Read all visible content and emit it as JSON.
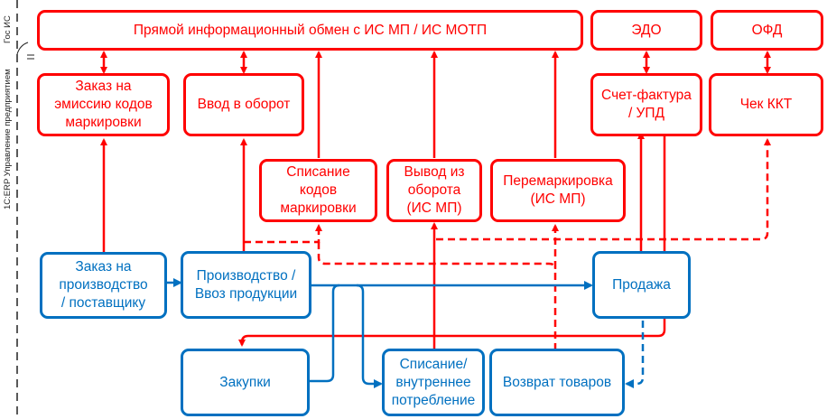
{
  "lanes": {
    "gov_is": "Гос ИС",
    "erp": "1C:ERP Управление предприятием"
  },
  "gov_boxes": {
    "direct_exchange": "Прямой информационный обмен с ИС МП / ИС МОТП",
    "edo": "ЭДО",
    "ofd": "ОФД"
  },
  "red_boxes": {
    "emission_order": "Заказ на\nэмиссию кодов\nмаркировки",
    "intro_circulation": "Ввод в оборот",
    "write_off_codes": "Списание\nкодов\nмаркировки",
    "withdrawal": "Вывод из\nоборота\n(ИС МП)",
    "remarking": "Перемаркировка\n(ИС МП)",
    "invoice_upd": "Счет-фактура\n/ УПД",
    "kkt_receipt": "Чек ККТ"
  },
  "blue_boxes": {
    "production_order": "Заказ на\nпроизводство\n/ поставщику",
    "production_import": "Производство /\nВвоз продукции",
    "sales": "Продажа",
    "purchases": "Закупки",
    "internal_consumption": "Списание/\nвнутреннее\nпотребление",
    "returns": "Возврат товаров"
  },
  "colors": {
    "gov_flow": "#ff0000",
    "erp_flow": "#0070c0",
    "divider": "#222222"
  }
}
